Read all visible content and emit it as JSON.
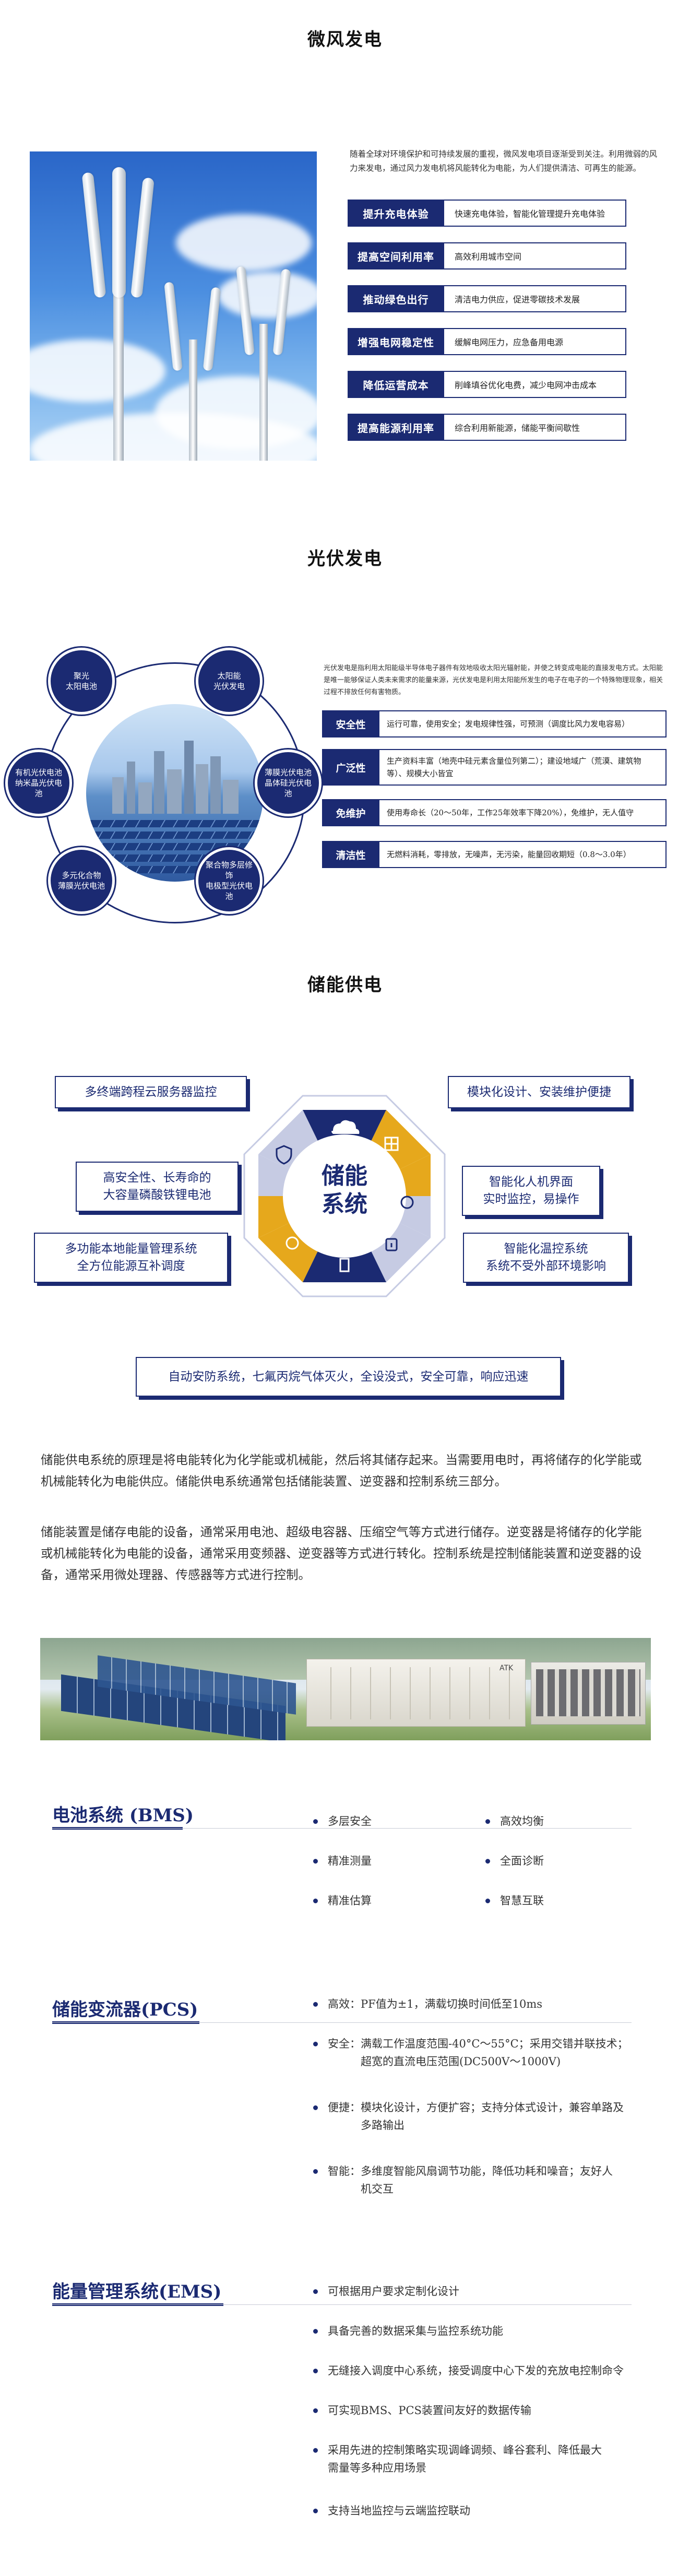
{
  "wind": {
    "title": "微风发电",
    "intro": "随着全球对环境保护和可持续发展的重视，微风发电项目逐渐受到关注。利用微弱的风力来发电，通过风力发电机将风能转化为电能，为人们提供清洁、可再生的能源。",
    "features": [
      {
        "label": "提升充电体验",
        "desc": "快速充电体验，智能化管理提升充电体验"
      },
      {
        "label": "提高空间利用率",
        "desc": "高效利用城市空间"
      },
      {
        "label": "推动绿色出行",
        "desc": "清洁电力供应，促进零碳技术发展"
      },
      {
        "label": "增强电网稳定性",
        "desc": "缓解电网压力，应急备用电源"
      },
      {
        "label": "降低运营成本",
        "desc": "削峰填谷优化电费，减少电网冲击成本"
      },
      {
        "label": "提高能源利用率",
        "desc": "综合利用新能源，储能平衡间歇性"
      }
    ]
  },
  "pv": {
    "title": "光伏发电",
    "intro": "光伏发电是指利用太阳能级半导体电子器件有效地吸收太阳光辐射能，并使之转变成电能的直接发电方式。太阳能是唯一能够保证人类未来需求的能量来源，光伏发电是利用太阳能所发生的电子在电子的一个特殊物理现象，相关过程不排放任何有害物质。",
    "nodes": [
      "聚光\n太阳电池",
      "太阳能\n光伏发电",
      "薄膜光伏电池\n晶体硅光伏电池",
      "聚合物多层修饰\n电极型光伏电池",
      "多元化合物\n薄膜光伏电池",
      "有机光伏电池\n纳米晶光伏电池"
    ],
    "features": [
      {
        "label": "安全性",
        "desc": "运行可靠，使用安全；发电规律性强，可预测（调度比风力发电容易）"
      },
      {
        "label": "广泛性",
        "desc": "生产资料丰富（地壳中硅元素含量位列第二）；建设地域广（荒漠、建筑物等）、规模大小皆宜"
      },
      {
        "label": "免维护",
        "desc": "使用寿命长（20～50年，工作25年效率下降20%），免维护，无人值守"
      },
      {
        "label": "清洁性",
        "desc": "无燃料消耗，零排放，无噪声，无污染，能量回收期短（0.8～3.0年）"
      }
    ]
  },
  "storage": {
    "title": "储能供电",
    "center_label": "储能\n系统",
    "cards": [
      "多终端跨程云服务器监控",
      "模块化设计、安装维护便捷",
      "高安全性、长寿命的\n大容量磷酸铁锂电池",
      "智能化人机界面\n实时监控，易操作",
      "多功能本地能量管理系统\n全方位能源互补调度",
      "智能化温控系统\n系统不受外部环境影响",
      "自动安防系统，七氟丙烷气体灭火，全设没式，安全可靠，响应迅速"
    ],
    "para1": "储能供电系统的原理是将电能转化为化学能或机械能，然后将其储存起来。当需要用电时，再将储存的化学能或机械能转化为电能供应。储能供电系统通常包括储能装置、逆变器和控制系统三部分。",
    "para2": "储能装置是储存电能的设备，通常采用电池、超级电容器、压缩空气等方式进行储存。逆变器是将储存的化学能或机械能转化为电能的设备，通常采用变频器、逆变器等方式进行转化。控制系统是控制储能装置和逆变器的设备，通常采用微处理器、传感器等方式进行控制。",
    "container_label": "ATK"
  },
  "bms": {
    "title": "电池系统 (BMS)",
    "items": [
      "多层安全",
      "高效均衡",
      "精准测量",
      "全面诊断",
      "精准估算",
      "智慧互联"
    ]
  },
  "pcs": {
    "title": "储能变流器(PCS)",
    "items": [
      {
        "label": "高效：",
        "text": "PF值为±1，满载切换时间低至10ms"
      },
      {
        "label": "安全：",
        "text": "满载工作温度范围-40°C～55°C；采用交错并联技术；\n超宽的直流电压范围(DC500V～1000V)"
      },
      {
        "label": "便捷：",
        "text": "模块化设计，方便扩容；支持分体式设计，兼容单路及\n多路输出"
      },
      {
        "label": "智能：",
        "text": "多维度智能风扇调节功能，降低功耗和噪音；友好人\n机交互"
      }
    ]
  },
  "ems": {
    "title": "能量管理系统(EMS)",
    "items": [
      "可根据用户要求定制化设计",
      "具备完善的数据采集与监控系统功能",
      "无缝接入调度中心系统，接受调度中心下发的充放电控制命令",
      "可实现BMS、PCS装置间友好的数据传输",
      "采用先进的控制策略实现调峰调频、峰谷套利、降低最大\n需量等多种应用场景",
      "支持当地监控与云端监控联动"
    ]
  },
  "colors": {
    "brand": "#1b2a72",
    "accent": "#e6a81c",
    "light": "#c6cbe3"
  }
}
